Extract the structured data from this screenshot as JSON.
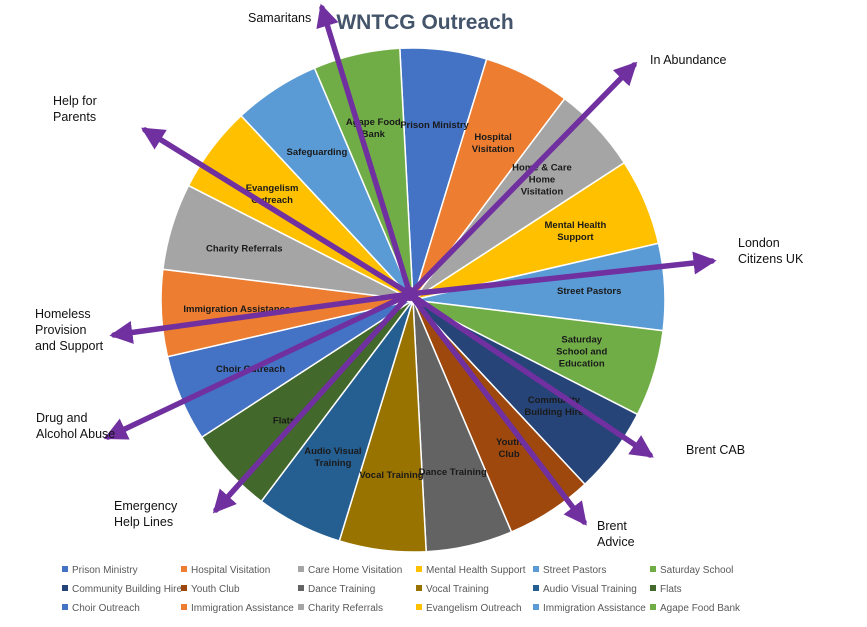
{
  "title": "WNTCG Outreach",
  "colors": {
    "blue": "#4472c4",
    "orange": "#ed7d31",
    "gray": "#a5a5a5",
    "gold": "#ffc000",
    "lightblue": "#5b9bd5",
    "green": "#70ad47",
    "darkblue": "#264478",
    "rust": "#9e480e",
    "darkgray": "#636363",
    "brown": "#997300",
    "steel": "#255e91",
    "darkgreen": "#43682b",
    "arrow": "#7030a0",
    "title": "#44546a"
  },
  "pie": {
    "slices": [
      {
        "label": "Prison Ministry",
        "lines": [
          "Prison Ministry"
        ],
        "color": "blue"
      },
      {
        "label": "Hospital Visitation",
        "lines": [
          "Hospital",
          "Visitation"
        ],
        "color": "orange"
      },
      {
        "label": "Home & Care Home Visitation",
        "lines": [
          "Home & Care",
          "Home",
          "Visitation"
        ],
        "color": "gray"
      },
      {
        "label": "Mental Health Support",
        "lines": [
          "Mental Health",
          "Support"
        ],
        "color": "gold"
      },
      {
        "label": "Street Pastors",
        "lines": [
          "Street Pastors"
        ],
        "color": "lightblue"
      },
      {
        "label": "Saturday School and Education",
        "lines": [
          "Saturday",
          "School  and",
          "Education"
        ],
        "color": "green"
      },
      {
        "label": "Community Building Hire",
        "lines": [
          "Community",
          "Building Hire"
        ],
        "color": "darkblue"
      },
      {
        "label": "Youth Club",
        "lines": [
          "Youth",
          "Club"
        ],
        "color": "rust"
      },
      {
        "label": "Dance Training",
        "lines": [
          "Dance Training"
        ],
        "color": "darkgray"
      },
      {
        "label": "Vocal Training",
        "lines": [
          "Vocal Training"
        ],
        "color": "brown"
      },
      {
        "label": "Audio Visual Training",
        "lines": [
          "Audio Visual",
          "Training"
        ],
        "color": "steel"
      },
      {
        "label": "Flats",
        "lines": [
          "Flats"
        ],
        "color": "darkgreen"
      },
      {
        "label": "Choir Outreach",
        "lines": [
          "Choir Outreach"
        ],
        "color": "blue"
      },
      {
        "label": "Immigration Assistance",
        "lines": [
          "Immigration Assistance"
        ],
        "color": "orange"
      },
      {
        "label": "Charity Referrals",
        "lines": [
          "Charity Referrals"
        ],
        "color": "gray"
      },
      {
        "label": "Evangelism Outreach",
        "lines": [
          "Evangelism",
          "Outreach"
        ],
        "color": "gold"
      },
      {
        "label": "Safeguarding",
        "lines": [
          "Safeguarding"
        ],
        "color": "lightblue"
      },
      {
        "label": "Agape Food Bank",
        "lines": [
          "Agape Food",
          "Bank"
        ],
        "color": "green"
      }
    ]
  },
  "arrows": [
    {
      "label": "Samaritans",
      "lines": [
        "Samaritans"
      ]
    },
    {
      "label": "In Abundance",
      "lines": [
        "In Abundance"
      ]
    },
    {
      "label": "London Citizens UK",
      "lines": [
        "London",
        "Citizens UK"
      ]
    },
    {
      "label": "Brent CAB",
      "lines": [
        "Brent CAB"
      ]
    },
    {
      "label": "Brent Advice",
      "lines": [
        "Brent",
        "Advice"
      ]
    },
    {
      "label": "Emergency Help Lines",
      "lines": [
        "Emergency",
        "Help Lines"
      ]
    },
    {
      "label": "Drug and Alcohol Abuse",
      "lines": [
        "Drug and",
        "Alcohol Abuse"
      ]
    },
    {
      "label": "Homeless Provision and Support",
      "lines": [
        "Homeless",
        "Provision",
        "and Support"
      ]
    },
    {
      "label": "Help for Parents",
      "lines": [
        "Help for",
        "Parents"
      ]
    }
  ],
  "legend": [
    {
      "label": "Prison Ministry",
      "color": "blue"
    },
    {
      "label": "Hospital Visitation",
      "color": "orange"
    },
    {
      "label": "Care Home Visitation",
      "color": "gray"
    },
    {
      "label": "Mental Health Support",
      "color": "gold"
    },
    {
      "label": "Street Pastors",
      "color": "lightblue"
    },
    {
      "label": "Saturday School",
      "color": "green"
    },
    {
      "label": "Community Building Hire",
      "color": "darkblue"
    },
    {
      "label": "Youth Club",
      "color": "rust"
    },
    {
      "label": "Dance Training",
      "color": "darkgray"
    },
    {
      "label": "Vocal Training",
      "color": "brown"
    },
    {
      "label": "Audio Visual Training",
      "color": "steel"
    },
    {
      "label": "Flats",
      "color": "darkgreen"
    },
    {
      "label": "Choir Outreach",
      "color": "blue"
    },
    {
      "label": "Immigration Assistance",
      "color": "orange"
    },
    {
      "label": "Charity Referrals",
      "color": "gray"
    },
    {
      "label": "Evangelism Outreach",
      "color": "gold"
    },
    {
      "label": "Immigration Assistance",
      "color": "lightblue"
    },
    {
      "label": "Agape Food Bank",
      "color": "green"
    }
  ]
}
